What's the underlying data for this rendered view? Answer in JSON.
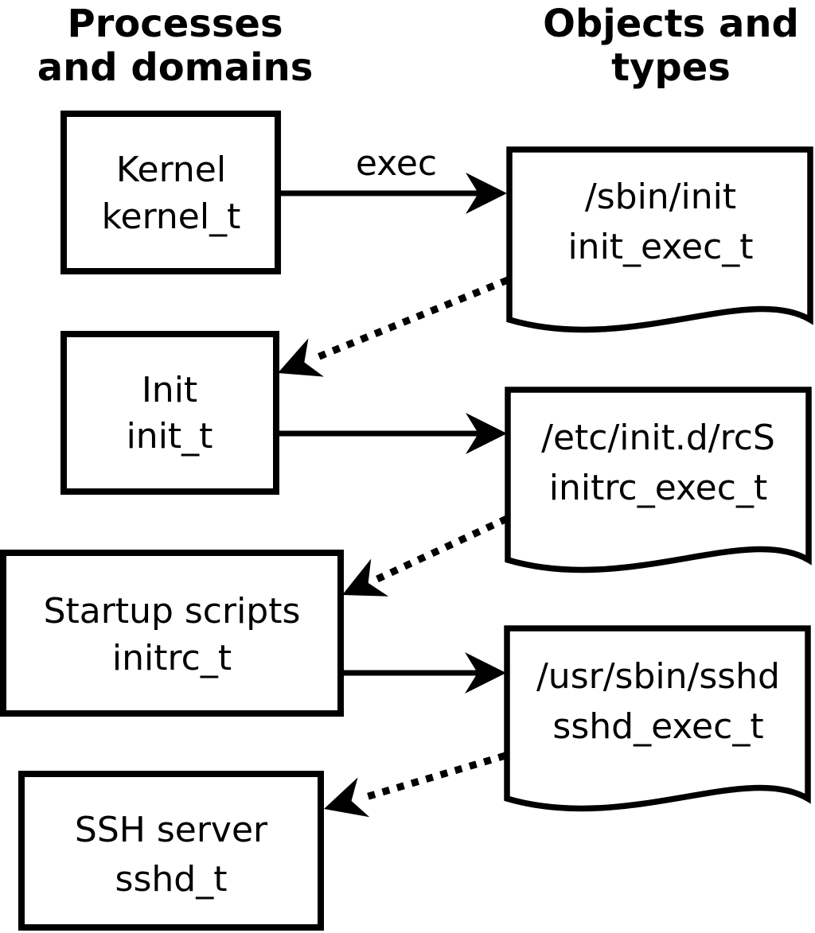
{
  "diagram": {
    "background_color": "#ffffff",
    "stroke_color": "#000000",
    "headers": {
      "left": {
        "line1": "Processes",
        "line2": "and domains"
      },
      "right": {
        "line1": "Objects and",
        "line2": "types"
      }
    },
    "processes": [
      {
        "label": "Kernel",
        "domain": "kernel_t"
      },
      {
        "label": "Init",
        "domain": "init_t"
      },
      {
        "label": "Startup scripts",
        "domain": "initrc_t"
      },
      {
        "label": "SSH server",
        "domain": "sshd_t"
      }
    ],
    "objects": [
      {
        "path": "/sbin/init",
        "type": "init_exec_t"
      },
      {
        "path": "/etc/init.d/rcS",
        "type": "initrc_exec_t"
      },
      {
        "path": "/usr/sbin/sshd",
        "type": "sshd_exec_t"
      }
    ],
    "arrow_label": "exec"
  }
}
